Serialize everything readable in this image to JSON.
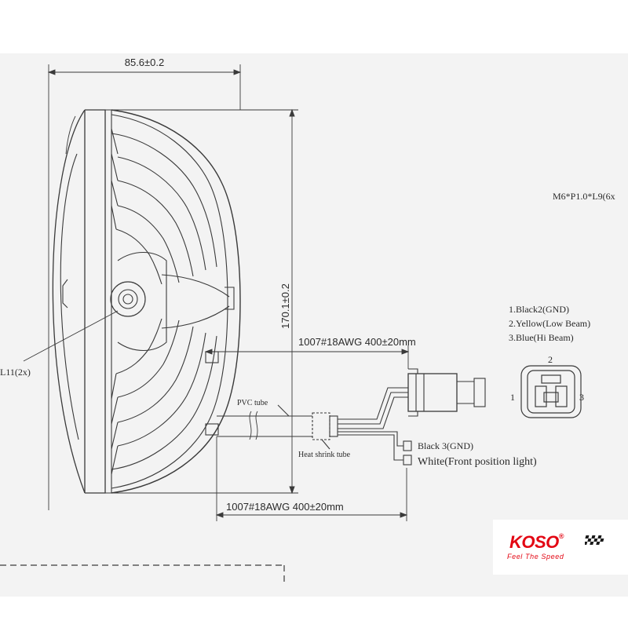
{
  "dimensions": {
    "width": "85.6±0.2",
    "height": "170.1±0.2",
    "cable_upper": "1007#18AWG  400±20mm",
    "cable_lower": "1007#18AWG  400±20mm"
  },
  "labels": {
    "screw": "M6*P1.0*L9(6x",
    "bolt": "L11(2x)",
    "pvc_tube": "PVC tube",
    "heat_shrink": "Heat shrink tube",
    "wire_black": "Black 3(GND)",
    "wire_white": "White(Front position light)"
  },
  "pinout": {
    "items": [
      "1.Black2(GND)",
      "2.Yellow(Low Beam)",
      "3.Blue(Hi Beam)"
    ],
    "pin1": "1",
    "pin2": "2",
    "pin3": "3"
  },
  "brand": {
    "name": "KOSO",
    "registered": "®",
    "tagline": "Feel The Speed",
    "color": "#e30613"
  }
}
